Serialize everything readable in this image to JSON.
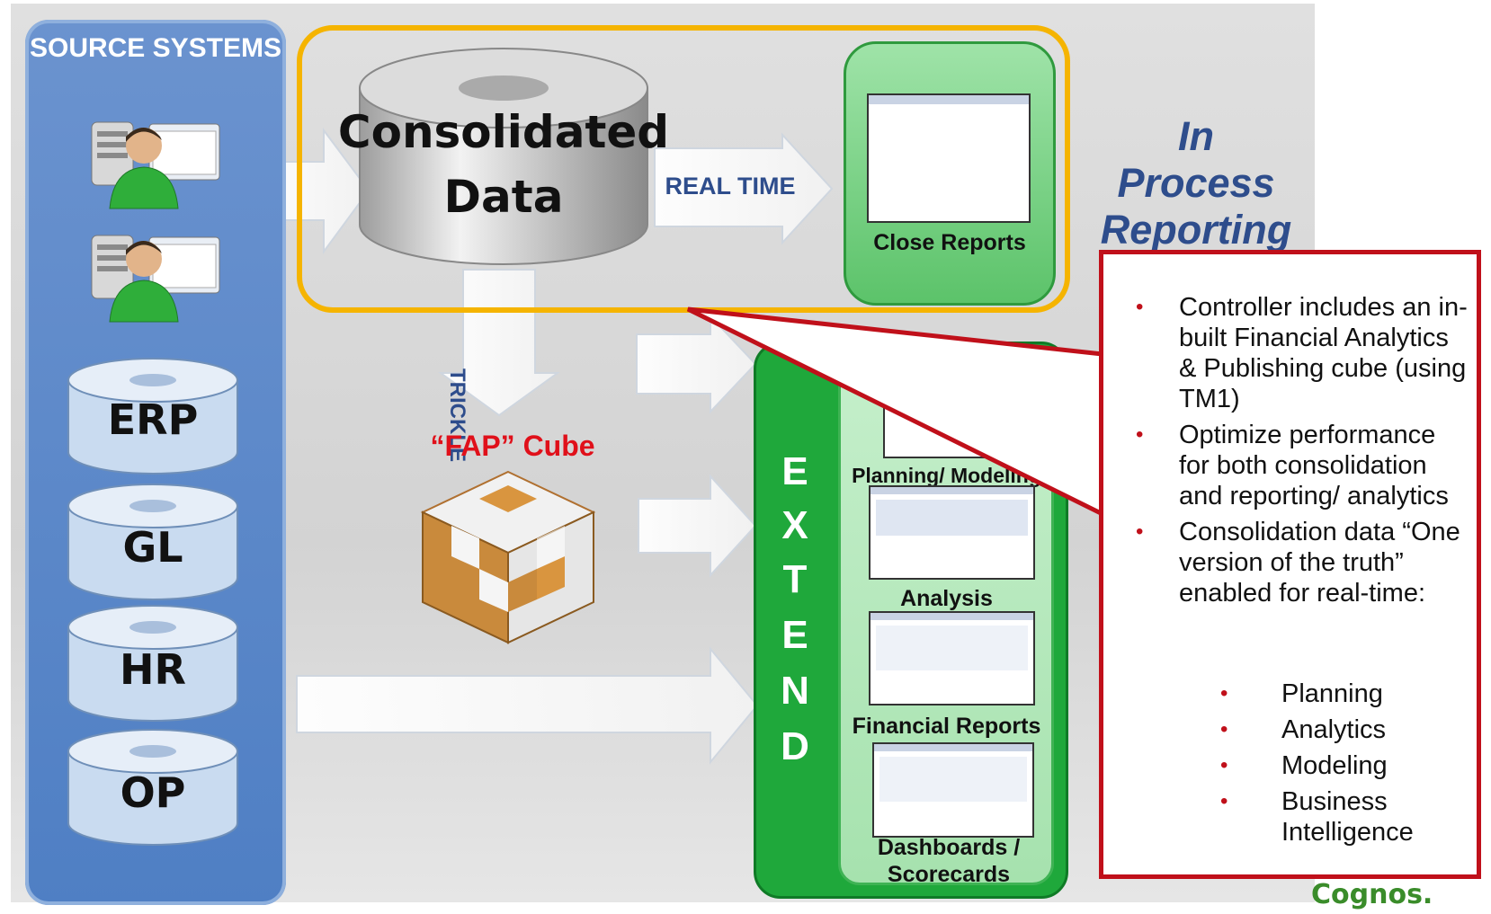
{
  "source": {
    "title": "SOURCE SYSTEMS",
    "databases": [
      "ERP",
      "GL",
      "HR",
      "OP"
    ]
  },
  "consolidated": {
    "line1": "Consolidated",
    "line2": "Data"
  },
  "flows": {
    "real_time": "REAL TIME",
    "trickle": "TRICKLE"
  },
  "close_reports": {
    "label": "Close Reports"
  },
  "in_process": {
    "line1": "In",
    "line2": "Process",
    "line3": "Reporting"
  },
  "fap": {
    "label": "“FAP” Cube"
  },
  "extend": {
    "letters": [
      "E",
      "X",
      "T",
      "E",
      "N",
      "D"
    ],
    "modules": [
      "Planning/ Modeling",
      "Analysis",
      "Financial Reports",
      "Dashboards / Scorecards"
    ]
  },
  "callout": {
    "bullets": [
      "Controller includes an in-built Financial Analytics & Publishing cube (using TM1)",
      "Optimize performance for both consolidation and reporting/ analytics",
      "Consolidation data “One version of the truth” enabled for real-time:"
    ],
    "sub_bullets": [
      "Planning",
      "Analytics",
      "Modeling",
      "Business Intelligence"
    ]
  },
  "brand": {
    "logo": "Cognos."
  },
  "colors": {
    "panel_blue": "#4f7fc4",
    "highlight_orange": "#f5b400",
    "extend_green": "#1fa83b",
    "callout_red": "#c0101a",
    "process_blue": "#2e4d8c"
  }
}
